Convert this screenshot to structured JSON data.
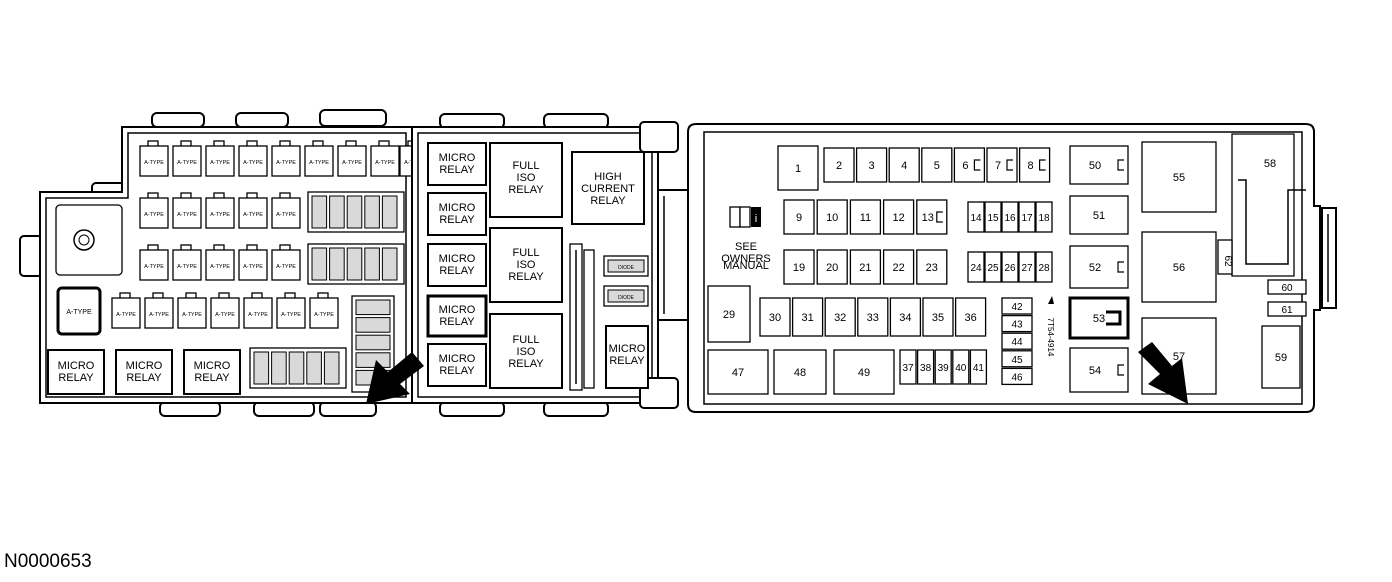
{
  "figure_id": "N0000653",
  "left_box": {
    "atype_label": "A-TYPE",
    "micro_relays": [
      "MICRO RELAY",
      "MICRO RELAY",
      "MICRO RELAY"
    ]
  },
  "middle_box": {
    "micro_relays": [
      "MICRO RELAY",
      "MICRO RELAY",
      "MICRO RELAY",
      "MICRO RELAY",
      "MICRO RELAY",
      "MICRO RELAY"
    ],
    "full_iso_relays": [
      "FULL ISO RELAY",
      "FULL ISO RELAY",
      "FULL ISO RELAY"
    ],
    "high_current_relay": "HIGH CURRENT RELAY",
    "diode_label": "DIODE"
  },
  "right_box": {
    "owners_note": [
      "SEE OWNERS",
      "MANUAL"
    ],
    "part_number": "7T54-4914",
    "slots": [
      "1",
      "2",
      "3",
      "4",
      "5",
      "6",
      "7",
      "8",
      "9",
      "10",
      "11",
      "12",
      "13",
      "14",
      "15",
      "16",
      "17",
      "18",
      "19",
      "20",
      "21",
      "22",
      "23",
      "24",
      "25",
      "26",
      "27",
      "28",
      "29",
      "30",
      "31",
      "32",
      "33",
      "34",
      "35",
      "36",
      "37",
      "38",
      "39",
      "40",
      "41",
      "42",
      "43",
      "44",
      "45",
      "46",
      "47",
      "48",
      "49",
      "50",
      "51",
      "52",
      "53",
      "54",
      "55",
      "56",
      "57",
      "58",
      "59",
      "60",
      "61",
      "62"
    ]
  },
  "highlighted": {
    "middle_box_relay_index": 3,
    "right_box_slot": "53"
  },
  "colors": {
    "line": "#000000",
    "background": "#ffffff"
  }
}
